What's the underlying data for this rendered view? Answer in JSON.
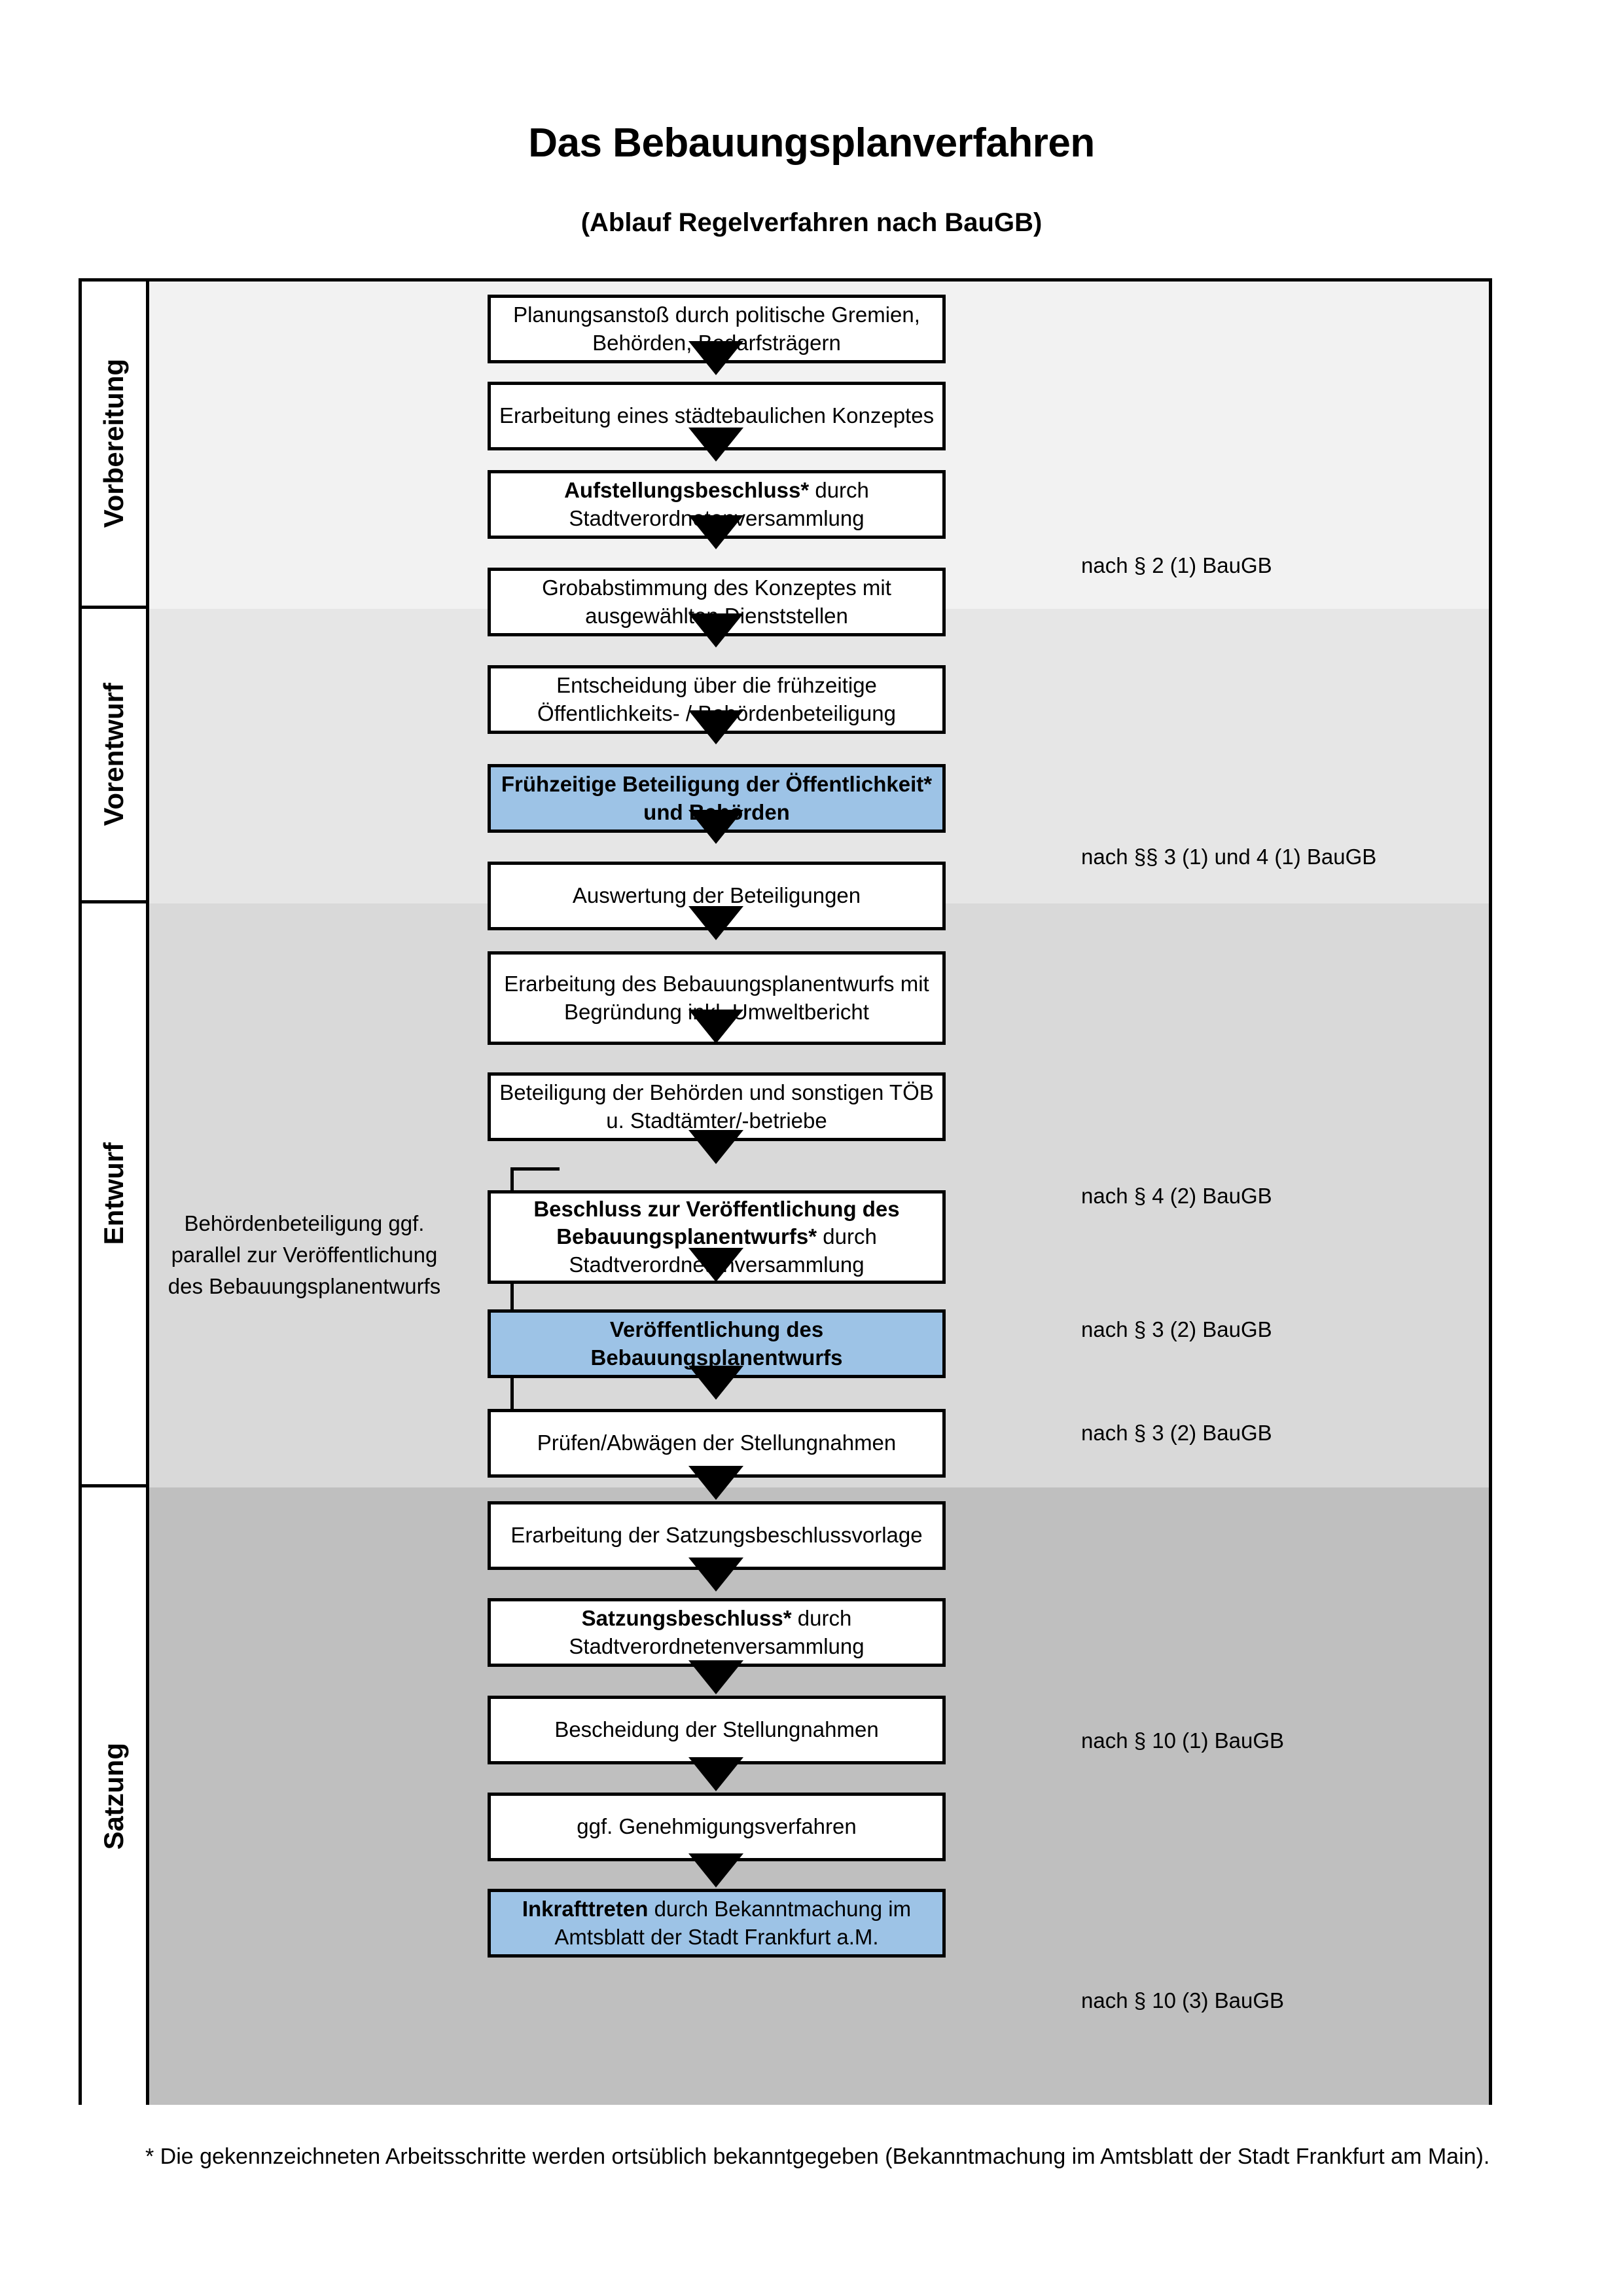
{
  "title": "Das Bebauungsplanverfahren",
  "subtitle": "(Ablauf Regelverfahren nach BauGB)",
  "colors": {
    "highlight": "#9DC3E6",
    "band_vorbereitung": "#F2F2F2",
    "band_vorentwurf": "#E6E6E6",
    "band_entwurf": "#D9D9D9",
    "band_satzung": "#BFBFBF",
    "border": "#000000"
  },
  "phases": [
    {
      "label": "Vorbereitung"
    },
    {
      "label": "Vorentwurf"
    },
    {
      "label": "Entwurf"
    },
    {
      "label": "Satzung"
    }
  ],
  "steps": [
    {
      "id": "planungsanstoss",
      "text": "Planungsanstoß durch politische Gremien, Behörden, Bedarfsträgern",
      "bold": "",
      "rest": "",
      "highlight": false
    },
    {
      "id": "staedtebauliches-konzept",
      "text": "Erarbeitung eines städtebaulichen Konzeptes",
      "bold": "",
      "rest": "",
      "highlight": false
    },
    {
      "id": "aufstellungsbeschluss",
      "text": "Aufstellungsbeschluss* durch Stadtverordnetenversammlung",
      "bold": "Aufstellungsbeschluss*",
      "rest": " durch Stadtverordnetenversammlung",
      "highlight": false
    },
    {
      "id": "grobabstimmung",
      "text": "Grobabstimmung des Konzeptes mit ausgewählten Dienststellen",
      "bold": "",
      "rest": "",
      "highlight": false
    },
    {
      "id": "entscheidung-fruehzeitige",
      "text": "Entscheidung über die frühzeitige Öffentlichkeits- / Behördenbeteiligung",
      "bold": "",
      "rest": "",
      "highlight": false
    },
    {
      "id": "fruehzeitige-beteiligung",
      "text": "Frühzeitige Beteiligung der Öffentlichkeit* und Behörden",
      "bold": "Frühzeitige Beteiligung der Öffentlichkeit* und Behörden",
      "rest": "",
      "highlight": true
    },
    {
      "id": "auswertung-beteiligungen",
      "text": "Auswertung der Beteiligungen",
      "bold": "",
      "rest": "",
      "highlight": false
    },
    {
      "id": "erarbeitung-entwurf",
      "text": "Erarbeitung des Bebauungsplanentwurfs mit Begründung inkl. Umweltbericht",
      "bold": "",
      "rest": "",
      "highlight": false
    },
    {
      "id": "beteiligung-behoerden",
      "text": "Beteiligung der Behörden und sonstigen TÖB u. Stadtämter/-betriebe",
      "bold": "",
      "rest": "",
      "highlight": false
    },
    {
      "id": "beschluss-veroeffentlichung",
      "text": "Beschluss zur Veröffentlichung des Bebauungsplanentwurfs* durch Stadtverordnetenversammlung",
      "bold": "Beschluss zur Veröffentlichung des Bebauungsplanentwurfs*",
      "rest": " durch Stadtverordnetenversammlung",
      "highlight": false
    },
    {
      "id": "veroeffentlichung-entwurf",
      "text": "Veröffentlichung des Bebauungsplanentwurfs",
      "bold": "Veröffentlichung des Bebauungsplanentwurfs",
      "rest": "",
      "highlight": true
    },
    {
      "id": "pruefen-abwaegen",
      "text": "Prüfen/Abwägen der Stellungnahmen",
      "bold": "",
      "rest": "",
      "highlight": false
    },
    {
      "id": "satzungsbeschlussvorlage",
      "text": "Erarbeitung der Satzungsbeschlussvorlage",
      "bold": "",
      "rest": "",
      "highlight": false
    },
    {
      "id": "satzungsbeschluss",
      "text": "Satzungsbeschluss* durch Stadtverordnetenversammlung",
      "bold": "Satzungsbeschluss*",
      "rest": " durch Stadtverordnetenversammlung",
      "highlight": false
    },
    {
      "id": "bescheidung",
      "text": "Bescheidung der Stellungnahmen",
      "bold": "",
      "rest": "",
      "highlight": false
    },
    {
      "id": "genehmigungsverfahren",
      "text": "ggf. Genehmigungsverfahren",
      "bold": "",
      "rest": "",
      "highlight": false
    },
    {
      "id": "inkrafttreten",
      "text": "Inkrafttreten durch Bekanntmachung im Amtsblatt der Stadt Frankfurt a.M.",
      "bold": "Inkrafttreten",
      "rest": " durch Bekanntmachung im Amtsblatt der Stadt Frankfurt a.M.",
      "highlight": true
    }
  ],
  "references": [
    {
      "id": "ref-2-1",
      "text": "nach § 2 (1) BauGB"
    },
    {
      "id": "ref-3-1-4-1",
      "text": "nach §§ 3 (1) und 4 (1) BauGB"
    },
    {
      "id": "ref-4-2",
      "text": "nach § 4 (2) BauGB"
    },
    {
      "id": "ref-3-2-a",
      "text": "nach § 3 (2) BauGB"
    },
    {
      "id": "ref-3-2-b",
      "text": "nach § 3 (2) BauGB"
    },
    {
      "id": "ref-10-1",
      "text": "nach § 10 (1) BauGB"
    },
    {
      "id": "ref-10-3",
      "text": "nach § 10 (3) BauGB"
    }
  ],
  "side_note": "Behördenbeteiligung ggf. parallel zur Veröffentlichung des Bebauungsplanentwurfs",
  "footnote": "* Die gekennzeichneten Arbeitsschritte werden ortsüblich bekanntgegeben (Bekanntmachung im Amtsblatt  der Stadt Frankfurt am Main)."
}
